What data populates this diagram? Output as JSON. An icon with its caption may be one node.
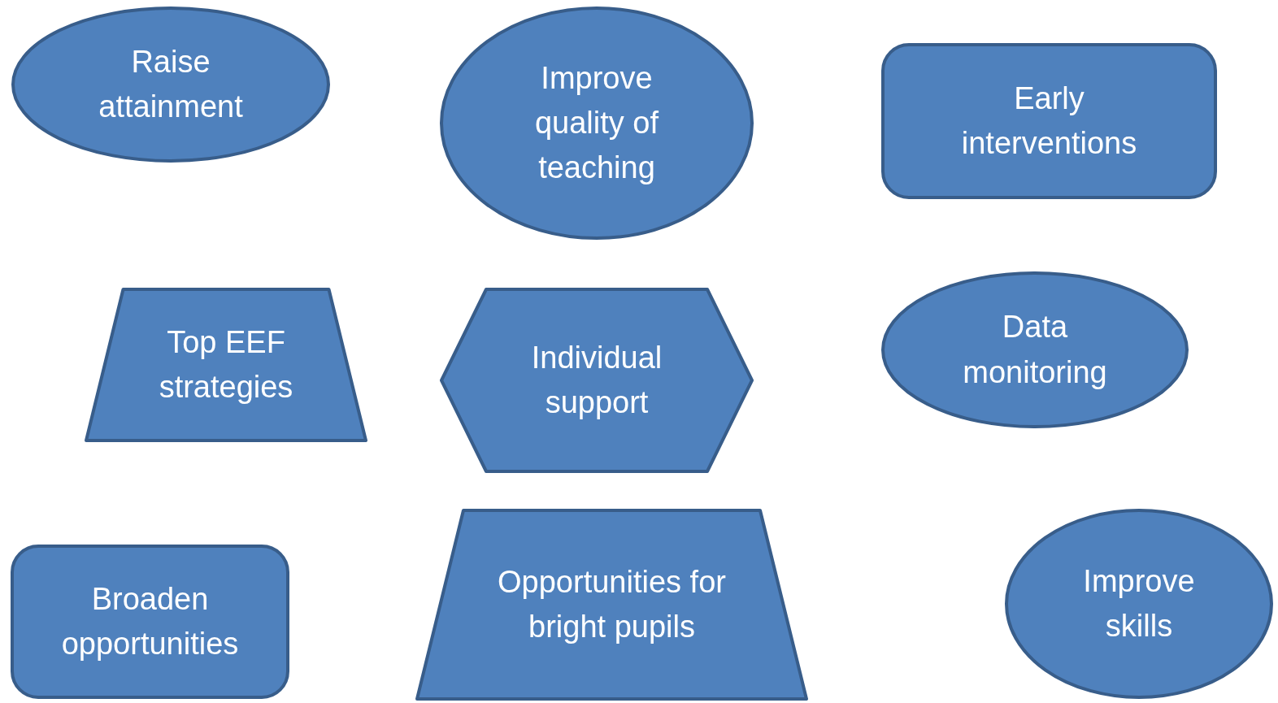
{
  "diagram": {
    "nodes": [
      {
        "text": [
          "Raise attainment"
        ]
      },
      {
        "text": [
          "Improve quality of teaching"
        ]
      },
      {
        "text": [
          "Early interventions"
        ]
      },
      {
        "text": [
          "Top EEF strategies"
        ]
      },
      {
        "text": [
          "Individual support"
        ]
      },
      {
        "text": [
          "Data monitoring"
        ]
      },
      {
        "text": [
          "Broaden opportunities"
        ]
      },
      {
        "text": [
          "Opportunities for bright pupils"
        ]
      },
      {
        "text": [
          "Improve skills"
        ]
      }
    ]
  }
}
